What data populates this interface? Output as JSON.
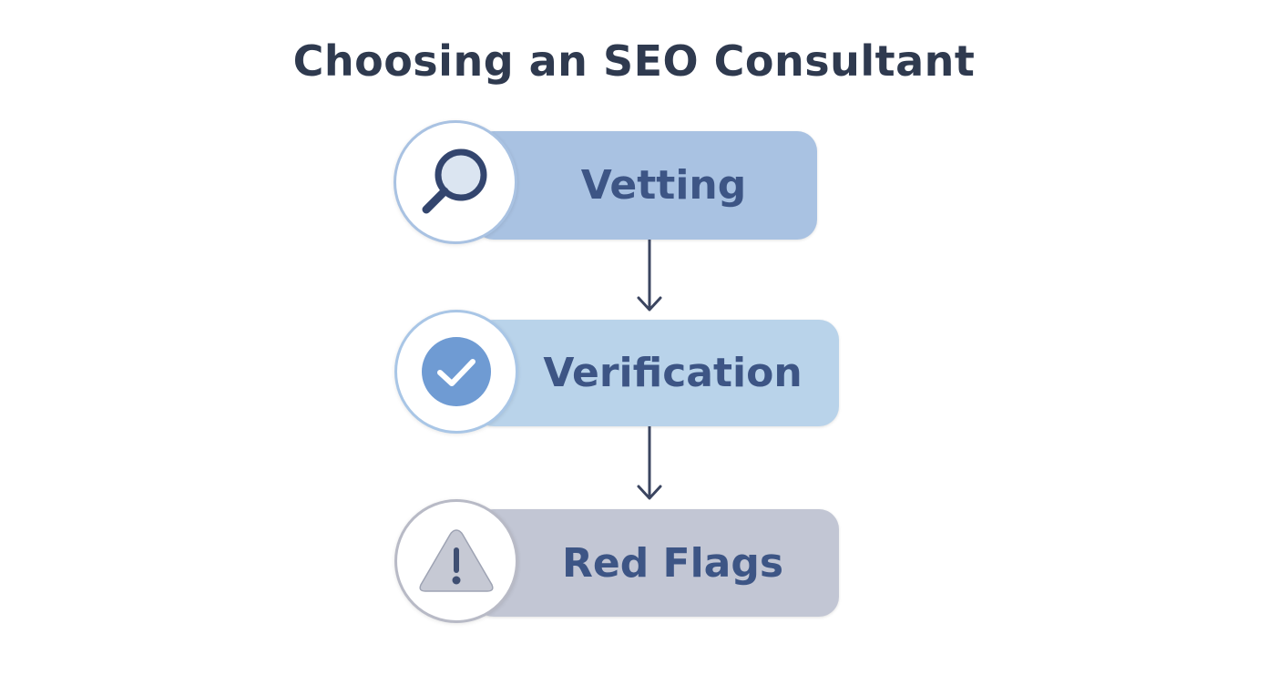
{
  "title": "Choosing an SEO Consultant",
  "steps": [
    {
      "label": "Vetting",
      "icon": "magnifying-glass-icon",
      "bar_color": "#a9c2e2",
      "ring_color": "#a9c2e2"
    },
    {
      "label": "Verification",
      "icon": "check-circle-icon",
      "bar_color": "#b9d3ea",
      "ring_color": "#a9c6e6"
    },
    {
      "label": "Red Flags",
      "icon": "warning-triangle-icon",
      "bar_color": "#c2c6d4",
      "ring_color": "#b8bac6"
    }
  ],
  "colors": {
    "title": "#2f3a4f",
    "label_text": "#3d5585",
    "arrow": "#3b4560"
  }
}
